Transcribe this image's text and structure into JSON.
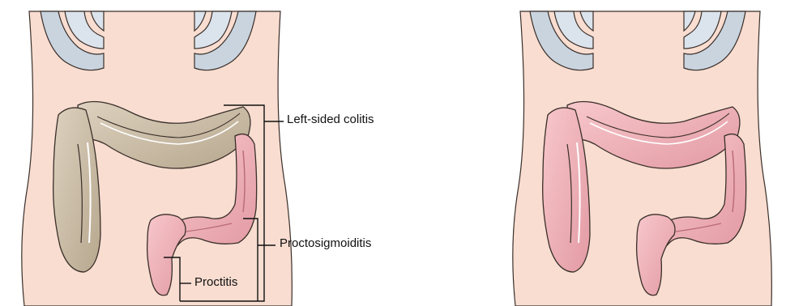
{
  "labels": {
    "left_sided": "Left-sided colitis",
    "proctosigmoiditis": "Proctosigmoiditis",
    "proctitis": "Proctitis"
  },
  "colors": {
    "skin": "#f8ddd0",
    "outline": "#3a2f2a",
    "bone": "#c9d4df",
    "healthy_colon": "#cdbfa8",
    "inflamed_colon": "#f0b6bc",
    "inflamed_dark": "#d8848f"
  }
}
